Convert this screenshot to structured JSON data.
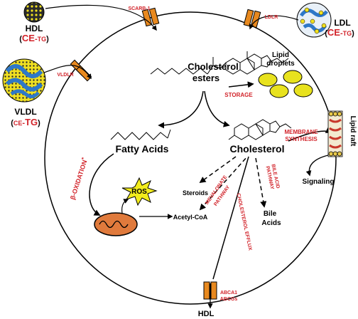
{
  "colors": {
    "red": "#d2232a",
    "transporter": "#e8891f",
    "droplet": "#e8e21e",
    "lipoprotein_blue": "#2e78c8",
    "lipoprotein_yellow": "#f0e020"
  },
  "particles": {
    "hdl_top": {
      "name": "HDL",
      "sub_main": "CE",
      "sub_sep": "-",
      "sub_minor": "TG"
    },
    "ldl": {
      "name": "LDL",
      "sub_main": "CE",
      "sub_sep": "-",
      "sub_minor": "TG"
    },
    "vldl": {
      "name": "VLDL",
      "sub_minor": "CE",
      "sub_sep": "-",
      "sub_main": "TG"
    }
  },
  "receptors": {
    "scarb1": "SCARB-1",
    "ldlr": "LDLR",
    "vldlr": "VLDLR",
    "abca1": "ABCA1",
    "abcgs": "ABCGs"
  },
  "nodes": {
    "cholesterol_esters_1": "Cholesterol",
    "cholesterol_esters_2": "esters",
    "lipid_droplets_1": "Lipid",
    "lipid_droplets_2": "droplets",
    "fatty_acids": "Fatty Acids",
    "cholesterol": "Cholesterol",
    "steroids": "Steroids",
    "acetyl_coa": "Acetyl-CoA",
    "bile_acids_1": "Bile",
    "bile_acids_2": "Acids",
    "signaling": "Signaling",
    "lipid_raft": "Lipid raft",
    "hdl_bottom": "HDL",
    "ros": "ROS"
  },
  "processes": {
    "storage": "STORAGE",
    "membrane_synthesis_1": "MEMBRANE",
    "membrane_synthesis_2": "SYNTHESIS",
    "beta_oxidation": "β-OXIDATION",
    "beta_oxidation_mark": "*",
    "mevalonate_1": "MEVALONATE",
    "mevalonate_2": "PATHWAY",
    "bile_acid_1": "BILE ACID",
    "bile_acid_2": "PATHWAY",
    "cholesterol_efflux": "CHOLESTEROL EFFLUX"
  }
}
